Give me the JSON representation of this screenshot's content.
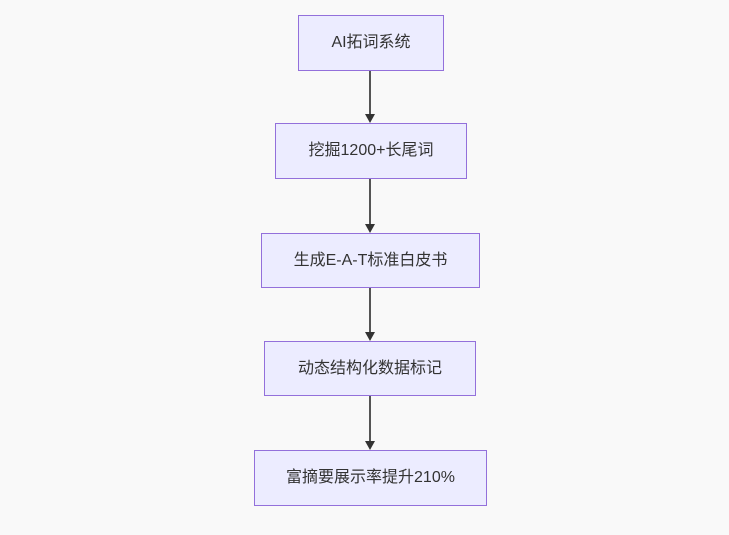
{
  "canvas": {
    "background": "#f9f9f9"
  },
  "flowchart": {
    "direction": "top-down",
    "style": {
      "node_fill": "#ececff",
      "node_border": "#9370db",
      "text_color": "#333333",
      "arrow_line_color": "#555555",
      "arrowhead_color": "#333333"
    },
    "nodes": [
      {
        "label": "AI拓词系统"
      },
      {
        "label": "挖掘1200+长尾词"
      },
      {
        "label": "生成E-A-T标准白皮书"
      },
      {
        "label": "动态结构化数据标记"
      },
      {
        "label": "富摘要展示率提升210%"
      }
    ],
    "edges": [
      {
        "from": 0,
        "to": 1
      },
      {
        "from": 1,
        "to": 2
      },
      {
        "from": 2,
        "to": 3
      },
      {
        "from": 3,
        "to": 4
      }
    ]
  }
}
